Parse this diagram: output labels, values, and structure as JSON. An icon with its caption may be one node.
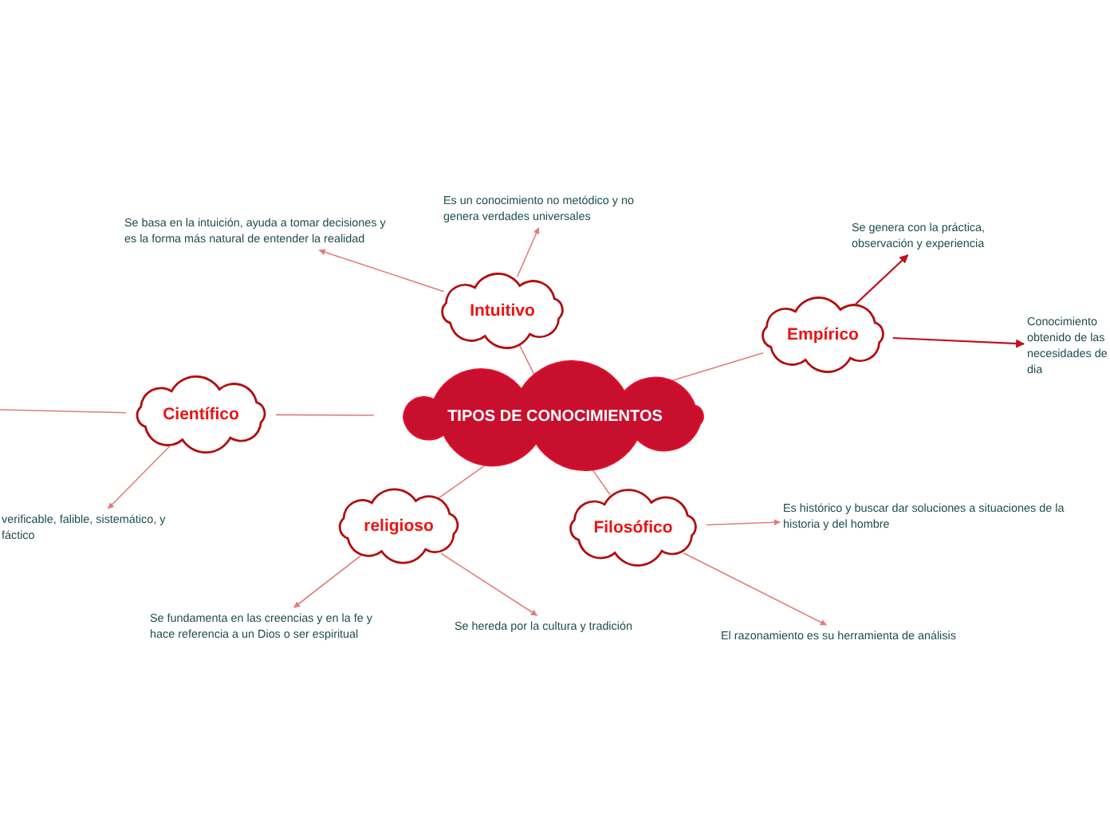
{
  "diagram": {
    "nodes": [
      {
        "text": [
          "TIPOS DE CONOCIMIENTOS"
        ]
      },
      {
        "text": [
          "Intuitivo"
        ]
      },
      {
        "text": [
          "Empírico"
        ]
      },
      {
        "text": [
          "Científico"
        ]
      },
      {
        "text": [
          "religioso"
        ]
      },
      {
        "text": [
          "Filosófico"
        ]
      },
      {
        "text": [
          "Es un conocimiento no metódico y no genera verdades universales"
        ]
      },
      {
        "text": [
          "Se basa en la intuición, ayuda a tomar decisiones y es la forma más natural de entender la realidad"
        ]
      },
      {
        "text": [
          "Se genera con la práctica, observación y experiencia"
        ]
      },
      {
        "text": [
          "Conocimiento obtenido de las necesidades de dia"
        ]
      },
      {
        "text": [
          "verificable, falible, sistemático, y fáctico"
        ]
      },
      {
        "text": [
          "Se fundamenta en las creencias y en la fe y hace referencia a un Dios o ser espiritual"
        ]
      },
      {
        "text": [
          "Se hereda por la cultura y tradición"
        ]
      },
      {
        "text": [
          "Es histórico y buscar dar soluciones a situaciones de la historia y del hombre"
        ]
      },
      {
        "text": [
          "El razonamiento es su herramienta de análisis"
        ]
      }
    ],
    "edges": [
      {
        "from": 0,
        "to": 1,
        "arrow": "none"
      },
      {
        "from": 0,
        "to": 2,
        "arrow": "none"
      },
      {
        "from": 0,
        "to": 3,
        "arrow": "none"
      },
      {
        "from": 0,
        "to": 4,
        "arrow": "none"
      },
      {
        "from": 0,
        "to": 5,
        "arrow": "none"
      },
      {
        "from": 1,
        "to": 6,
        "arrow": "to"
      },
      {
        "from": 1,
        "to": 7,
        "arrow": "to"
      },
      {
        "from": 2,
        "to": 8,
        "arrow": "to",
        "color": "#c0101e"
      },
      {
        "from": 2,
        "to": 9,
        "arrow": "to",
        "color": "#c0101e"
      },
      {
        "from": 3,
        "to": null,
        "arrow": "none"
      },
      {
        "from": 3,
        "to": 10,
        "arrow": "to"
      },
      {
        "from": 4,
        "to": 11,
        "arrow": "to"
      },
      {
        "from": 4,
        "to": 12,
        "arrow": "to"
      },
      {
        "from": 5,
        "to": 13,
        "arrow": "to"
      },
      {
        "from": 5,
        "to": 14,
        "arrow": "to"
      }
    ]
  }
}
